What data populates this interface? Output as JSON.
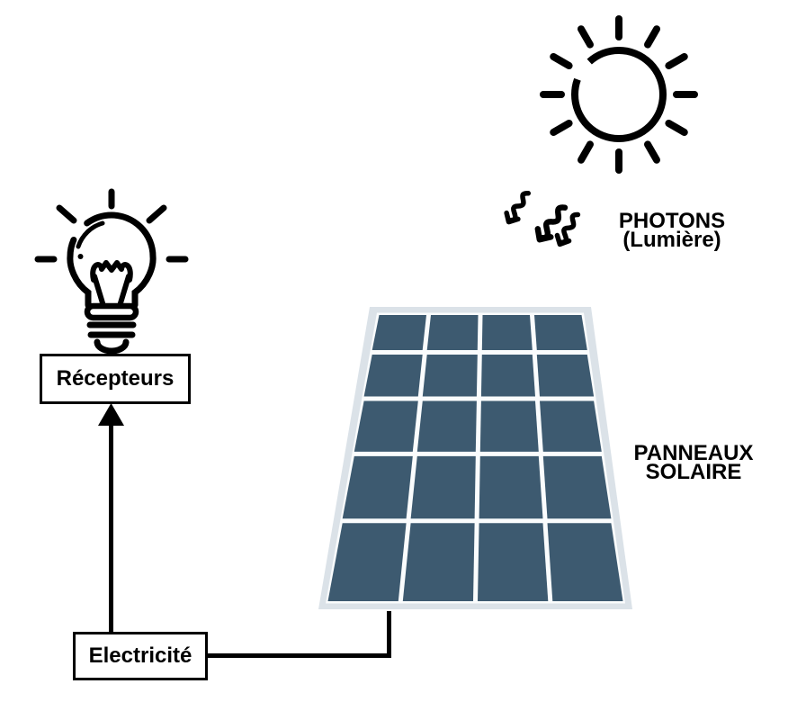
{
  "canvas": {
    "background_color": "#ffffff",
    "ink_color": "#000000"
  },
  "sun": {
    "icon": "sun-icon"
  },
  "photons": {
    "icon": "photon-arrows-icon",
    "label_line1": "PHOTONS",
    "label_line2": "(Lumière)"
  },
  "receptors": {
    "icon": "light-bulb-icon",
    "label": "Récepteurs"
  },
  "electricity": {
    "label": "Electricité"
  },
  "solar_panel": {
    "label_line1": "PANNEAUX",
    "label_line2": "SOLAIRE",
    "rows": 5,
    "cols": 4,
    "cell_color": "#3d5a70",
    "frame_color": "#dbe2e8",
    "gutter_color": "#fafcfd"
  },
  "connections": [
    {
      "from": "Electricité",
      "to": "Récepteurs",
      "style": "arrow-up"
    },
    {
      "from": "solar panel",
      "to": "Electricité",
      "style": "elbow-wire"
    }
  ]
}
